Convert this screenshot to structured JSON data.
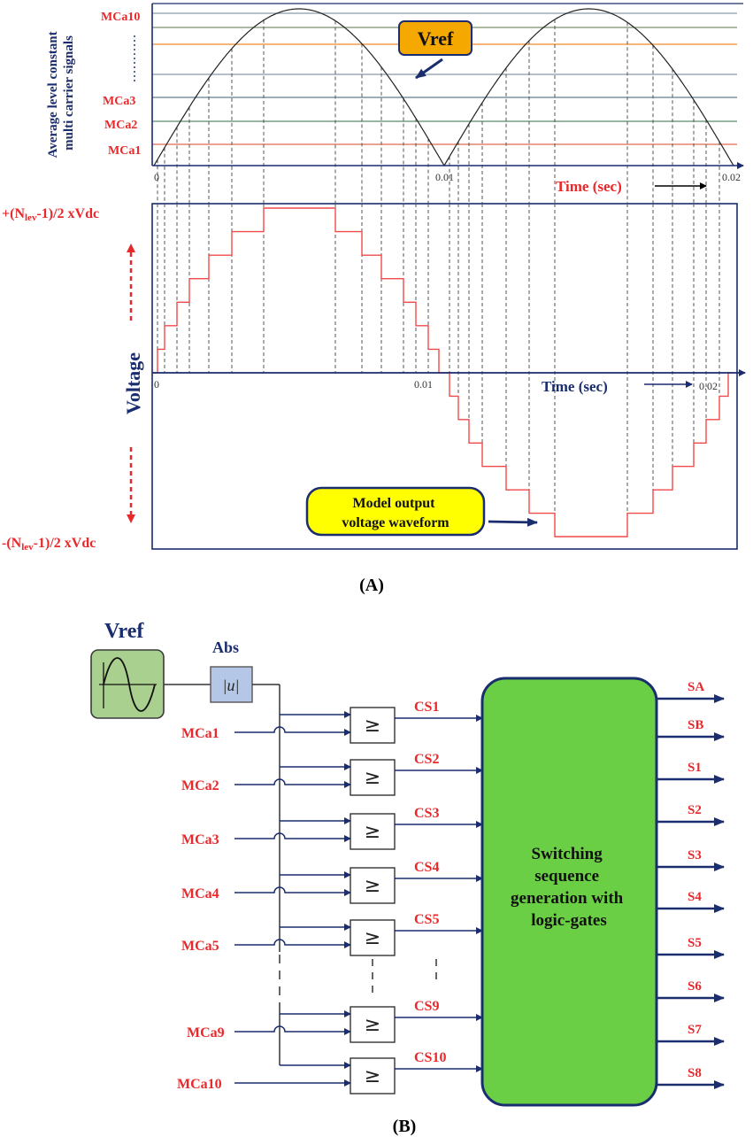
{
  "panel_a": {
    "carrier_labels": {
      "top": "MCa10",
      "mid3": "MCa3",
      "mid2": "MCa2",
      "mid1": "MCa1"
    },
    "carrier_axis_title_line1": "Average level constant",
    "carrier_axis_title_line2": "multi carrier signals",
    "vref_label": "Vref",
    "upper_x_ticks": {
      "start": "0",
      "mid": "0.01",
      "end": "0.02"
    },
    "upper_time_label": "Time (sec)",
    "voltage_top_label": "+(Nlev-1)/2 xVdc",
    "voltage_bottom_label": "-(Nlev-1)/2 xVdc",
    "voltage_axis_title": "Voltage",
    "lower_x_ticks": {
      "start": "0",
      "mid": "0.01",
      "end": "0.02"
    },
    "lower_time_label": "Time (sec)",
    "callout_line1": "Model output",
    "callout_line2": "voltage waveform",
    "caption": "(A)"
  },
  "panel_b": {
    "vref_label": "Vref",
    "abs_label": "Abs",
    "abs_symbol": "|u|",
    "comparator_symbol": "≥",
    "inputs": [
      "MCa1",
      "MCa2",
      "MCa3",
      "MCa4",
      "MCa5",
      "MCa9",
      "MCa10"
    ],
    "comparator_outputs": [
      "CS1",
      "CS2",
      "CS3",
      "CS4",
      "CS5",
      "CS9",
      "CS10"
    ],
    "logic_block_line1": "Switching",
    "logic_block_line2": "sequence",
    "logic_block_line3": "generation with",
    "logic_block_line4": "logic-gates",
    "outputs": [
      "SA",
      "SB",
      "S1",
      "S2",
      "S3",
      "S4",
      "S5",
      "S6",
      "S7",
      "S8"
    ],
    "caption": "(B)"
  },
  "colors": {
    "label_red": "#e8282a",
    "navy": "#1a2d6e",
    "logic_green": "#6acf44",
    "vref_box_green": "#a9d08e",
    "callout_yellow": "#ffff00",
    "vref_callout_orange": "#f5a800"
  }
}
